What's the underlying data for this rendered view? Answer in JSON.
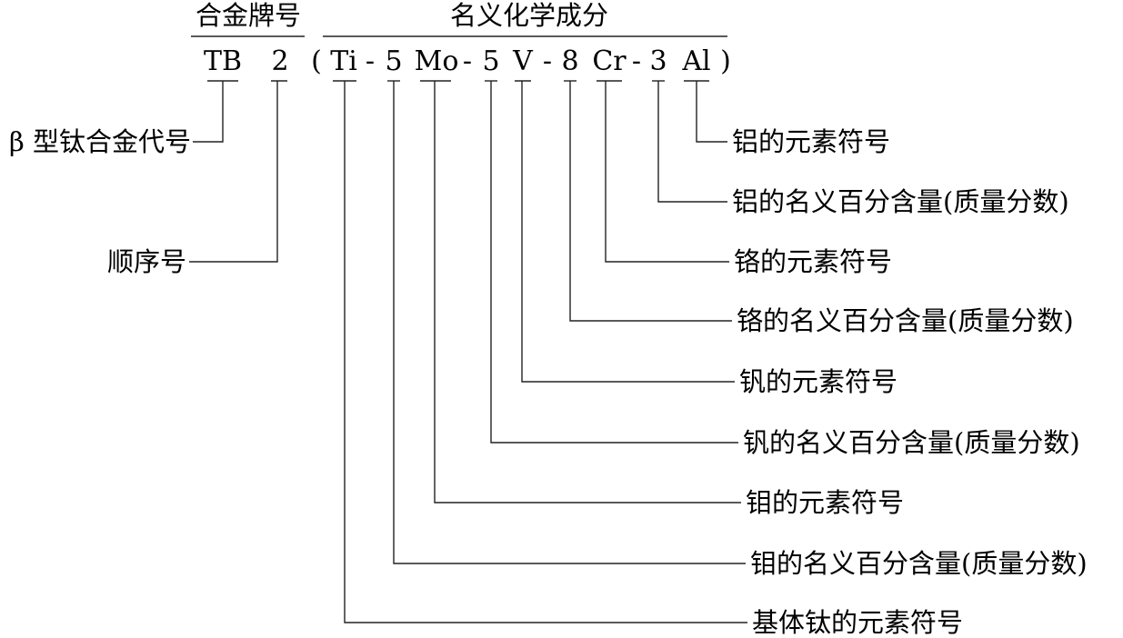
{
  "header": {
    "grade_group": "合金牌号",
    "composition_group": "名义化学成分"
  },
  "tokens": [
    {
      "text": "TB"
    },
    {
      "text": "2"
    },
    {
      "text": "("
    },
    {
      "text": "Ti"
    },
    {
      "text": "-"
    },
    {
      "text": "5"
    },
    {
      "text": "Mo"
    },
    {
      "text": "-"
    },
    {
      "text": "5"
    },
    {
      "text": "V"
    },
    {
      "text": "-"
    },
    {
      "text": "8"
    },
    {
      "text": "Cr"
    },
    {
      "text": "-"
    },
    {
      "text": "3"
    },
    {
      "text": "Al"
    },
    {
      "text": ")"
    }
  ],
  "left_labels": [
    {
      "text": "β 型钛合金代号",
      "token": "TB"
    },
    {
      "text": "顺序号",
      "token": "2"
    }
  ],
  "right_labels": [
    {
      "text": "铝的元素符号",
      "token": "Al"
    },
    {
      "text": "铝的名义百分含量(质量分数)",
      "token": "3"
    },
    {
      "text": "铬的元素符号",
      "token": "Cr"
    },
    {
      "text": "铬的名义百分含量(质量分数)",
      "token": "8"
    },
    {
      "text": "钒的元素符号",
      "token": "V"
    },
    {
      "text": "钒的名义百分含量(质量分数)",
      "token": "5b"
    },
    {
      "text": "钼的元素符号",
      "token": "Mo"
    },
    {
      "text": "钼的名义百分含量(质量分数)",
      "token": "5a"
    },
    {
      "text": "基体钛的元素符号",
      "token": "Ti"
    }
  ]
}
